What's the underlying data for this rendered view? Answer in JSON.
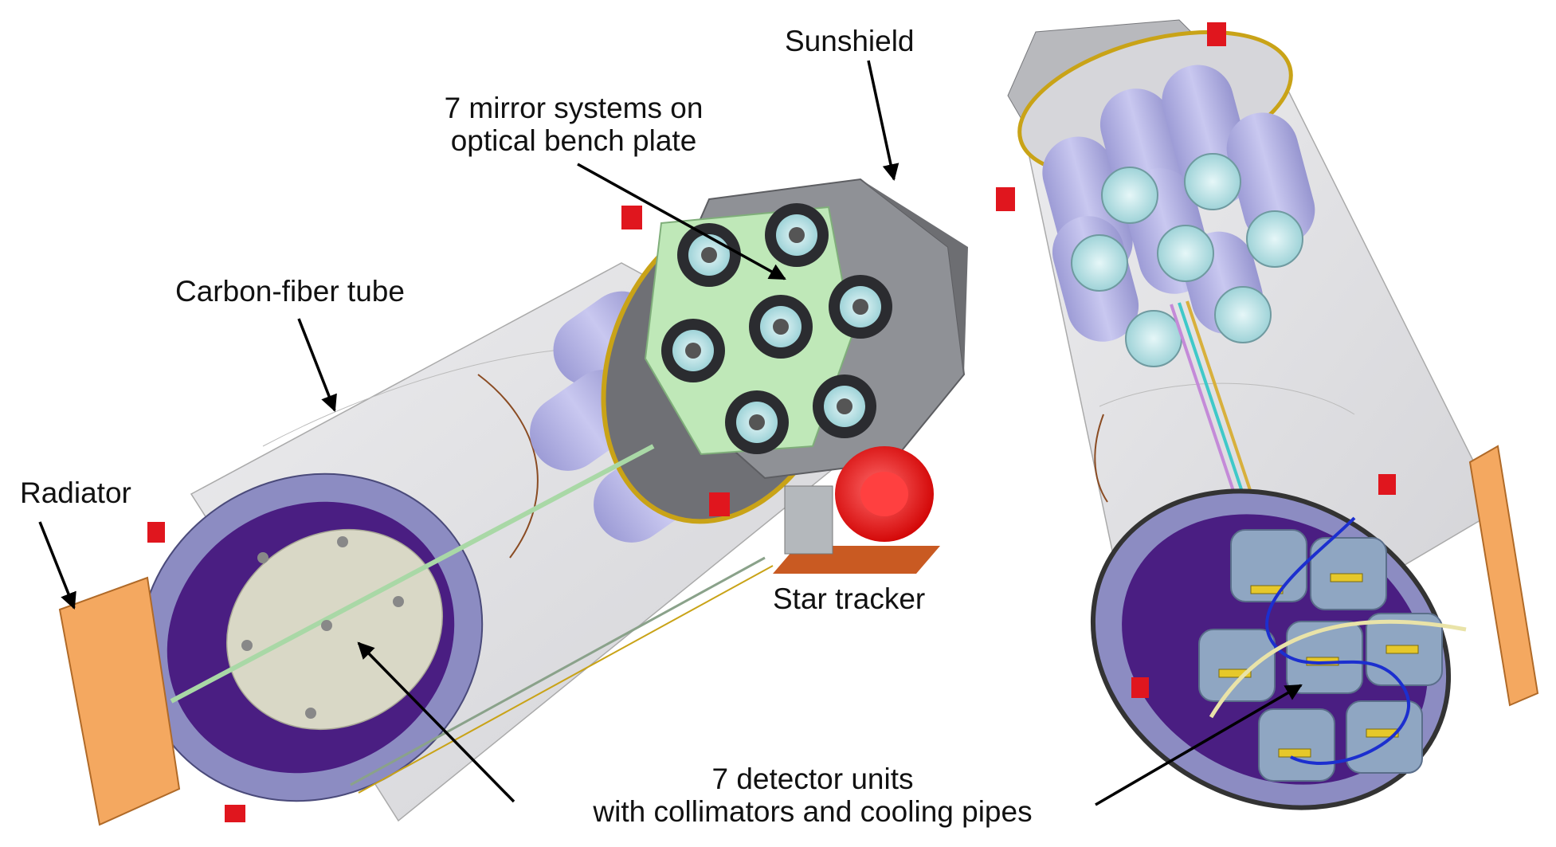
{
  "labels": {
    "sunshield": "Sunshield",
    "mirror_line1": "7 mirror systems on",
    "mirror_line2": "optical bench plate",
    "carbon_tube": "Carbon-fiber tube",
    "radiator": "Radiator",
    "star_tracker": "Star tracker",
    "detector_line1": "7 detector units",
    "detector_line2": "with collimators and cooling pipes"
  },
  "colors": {
    "tube": "#e2e2e4",
    "sunshield": "#8f9196",
    "bench_plate": "#bfe8b8",
    "mirror_cylinder": "#b9b8e6",
    "mirror_face": "#bfe7ea",
    "detector_plate": "#4a1e82",
    "flange_ring": "#8c8cc2",
    "radiator": "#f4a860",
    "star_tracker": "#ff1a1a",
    "bracket": "#e0161e",
    "detector_unit": "#8fa6c2",
    "cooling_pipe": "#1c2fcf"
  }
}
